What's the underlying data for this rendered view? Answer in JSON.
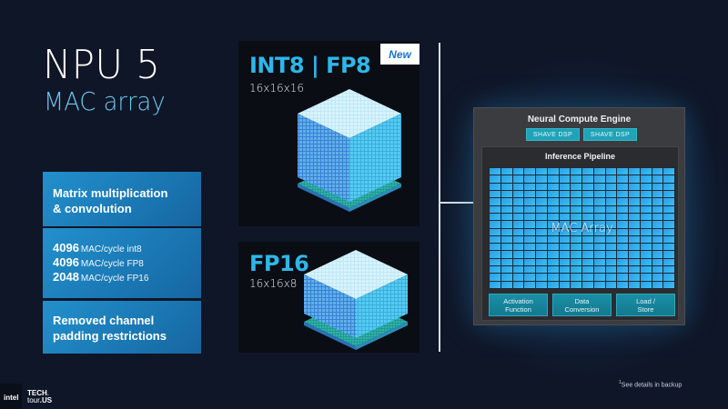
{
  "slide": {
    "title": "NPU 5",
    "subtitle": "MAC array"
  },
  "features": [
    {
      "text_line1": "Matrix multiplication",
      "text_line2": "& convolution"
    },
    {
      "specs": [
        {
          "value": "4096",
          "unit": "MAC/cycle int8"
        },
        {
          "value": "4096",
          "unit": "MAC/cycle FP8"
        },
        {
          "value": "2048",
          "unit": "MAC/cycle FP16"
        }
      ]
    },
    {
      "text_line1": "Removed channel",
      "text_line2": "padding restrictions"
    }
  ],
  "panels": [
    {
      "label": "INT8 | FP8",
      "dims": "16x16x16",
      "badge": "New"
    },
    {
      "label": "FP16",
      "dims": "16x16x8"
    }
  ],
  "nce": {
    "title": "Neural Compute Engine",
    "shave": [
      "SHAVE DSP",
      "SHAVE DSP"
    ],
    "pipeline_title": "Inference Pipeline",
    "mac_label": "MAC Array",
    "mac_grid": {
      "rows": 16,
      "cols": 16
    },
    "functions": [
      {
        "line1": "Activation",
        "line2": "Function"
      },
      {
        "line1": "Data",
        "line2": "Conversion"
      },
      {
        "line1": "Load /",
        "line2": "Store"
      }
    ]
  },
  "footer": {
    "footnote_mark": "1",
    "footnote": "See details in backup",
    "brand": "intel",
    "event_line1": "TECH",
    "event_line2_a": "tour",
    "event_line2_b": ".US"
  },
  "colors": {
    "background": "#0f1628",
    "accent_cyan": "#2fb6e8",
    "subtitle": "#6cc4ea",
    "feature_box": "#1a77b3",
    "mac_cell": "#3cc0f0",
    "shave": "#1fa3b8"
  }
}
